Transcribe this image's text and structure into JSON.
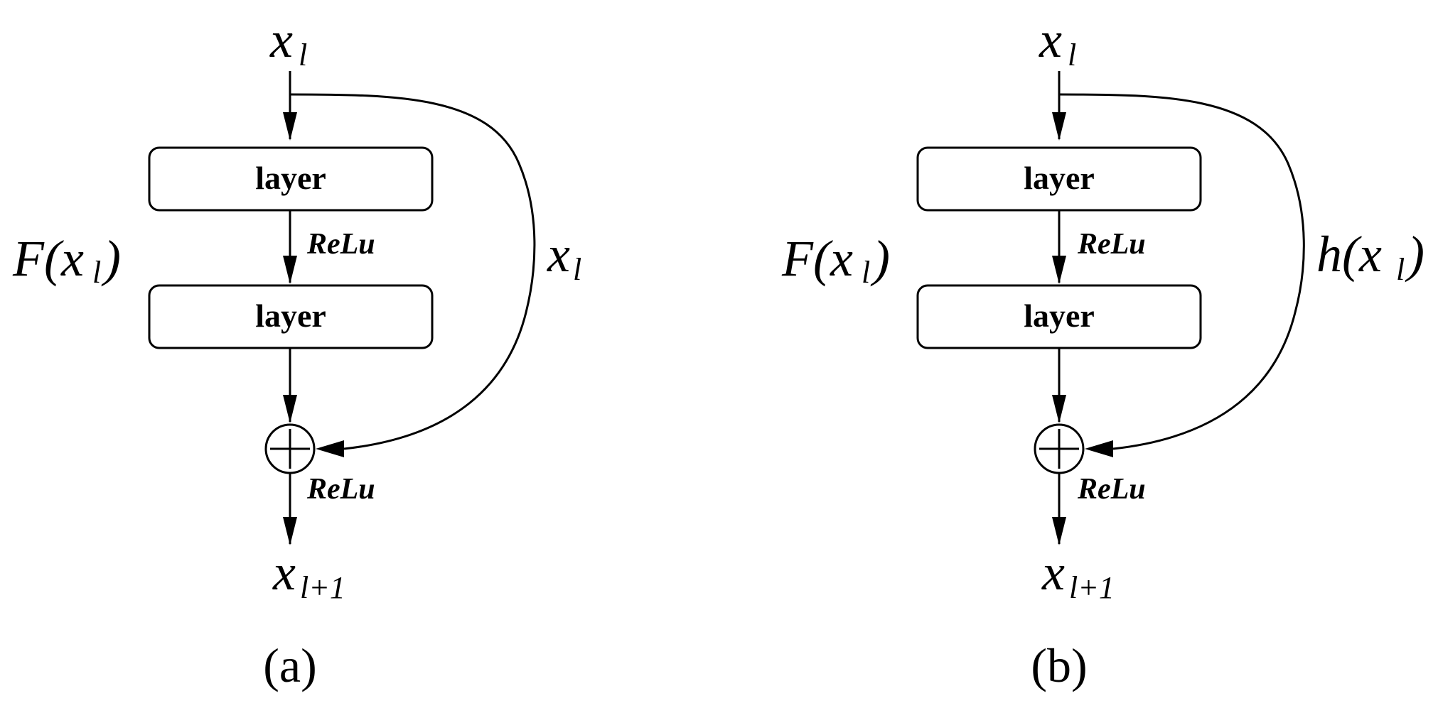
{
  "panel_a": {
    "input_var": "x",
    "input_sub": "l",
    "layer1_label": "layer",
    "activation1_label": "ReLu",
    "layer2_label": "layer",
    "residual_func": "F(x",
    "residual_sub": "l",
    "residual_close": ")",
    "shortcut_var": "x",
    "shortcut_sub": "l",
    "shortcut_close": "",
    "sum_symbol": "+",
    "activation2_label": "ReLu",
    "output_var": "x",
    "output_sub": "l+1",
    "caption": "(a)"
  },
  "panel_b": {
    "input_var": "x",
    "input_sub": "l",
    "layer1_label": "layer",
    "activation1_label": "ReLu",
    "layer2_label": "layer",
    "residual_func": "F(x",
    "residual_sub": "l",
    "residual_close": ")",
    "shortcut_var": "h(x",
    "shortcut_sub": "l",
    "shortcut_close": ")",
    "sum_symbol": "+",
    "activation2_label": "ReLu",
    "output_var": "x",
    "output_sub": "l+1",
    "caption": "(b)"
  }
}
